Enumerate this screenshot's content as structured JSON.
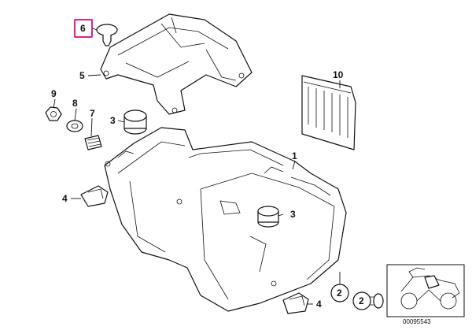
{
  "diagram": {
    "highlighted_callout": "6",
    "highlight_color": "#e0218a",
    "callouts": {
      "c1": "1",
      "c2": "2",
      "c3a": "3",
      "c3b": "3",
      "c4a": "4",
      "c4b": "4",
      "c5": "5",
      "c6": "6",
      "c7": "7",
      "c8": "8",
      "c9": "9",
      "c10": "10"
    },
    "inset": {
      "label_2": "2",
      "code": "00095543"
    }
  }
}
